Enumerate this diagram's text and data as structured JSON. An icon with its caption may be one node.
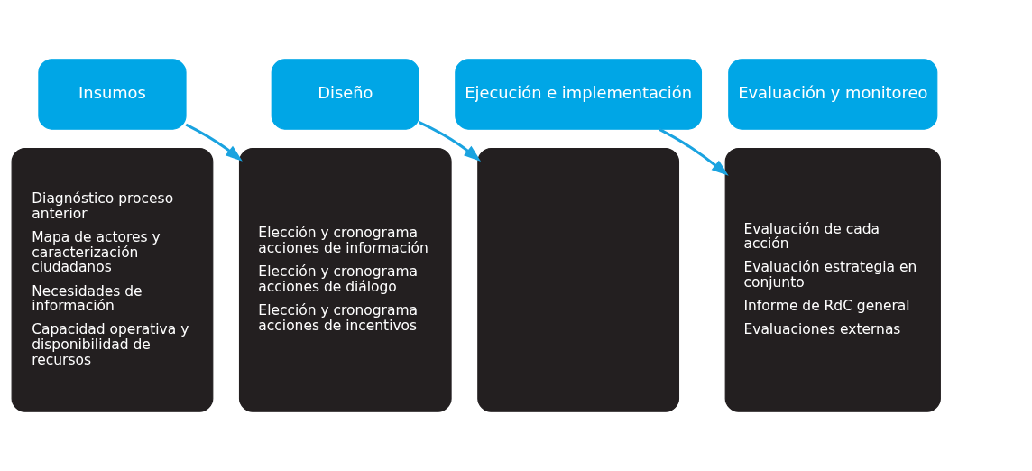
{
  "diagram": {
    "nodes": [
      {
        "text": [
          "Diagnóstico proceso anterior",
          "Mapa de actores y caracterización ciudadanos",
          "Necesidades de información",
          "Capacidad operativa y disponibilidad de recursos"
        ]
      },
      {
        "text": [
          "Insumos"
        ]
      },
      {
        "text": [
          "Diseño"
        ]
      },
      {
        "text": [
          "Elección y cronograma acciones de información",
          "Elección y cronograma acciones de diálogo",
          "Elección y cronograma acciones de incentivos"
        ]
      },
      {
        "text": [],
        "shape": "box"
      },
      {
        "text": [
          "Ejecución e implementación"
        ]
      },
      {
        "text": [
          "Evaluación y monitoreo"
        ]
      },
      {
        "text": [
          "Evaluación de cada acción",
          "Evaluación estrategia en conjunto",
          "Informe de RdC general",
          "Evaluaciones externas"
        ]
      }
    ],
    "edges": [
      {
        "from": 1,
        "to": 3,
        "arrow": "to"
      },
      {
        "from": 2,
        "to": 4,
        "arrow": "to"
      },
      {
        "from": 5,
        "to": 7,
        "arrow": "to"
      }
    ]
  }
}
